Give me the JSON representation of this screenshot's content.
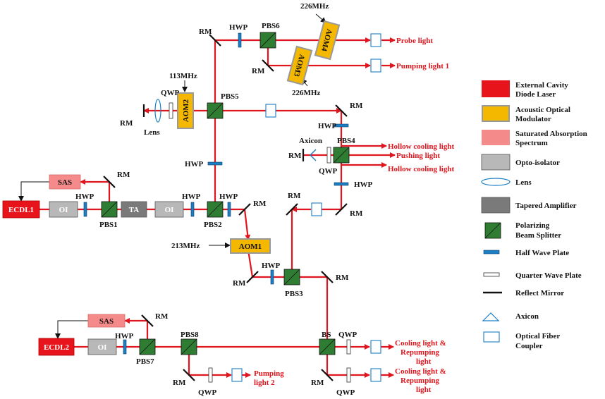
{
  "components": {
    "ecdl1": "ECDL1",
    "ecdl2": "ECDL2",
    "sas": "SAS",
    "oi": "OI",
    "ta": "TA",
    "aom1": "AOM1",
    "aom2": "AOM2",
    "aom3": "AOM3",
    "aom4": "AOM4"
  },
  "labels": {
    "rm": "RM",
    "hwp": "HWP",
    "qwp": "QWP",
    "bs": "BS",
    "lens": "Lens",
    "axicon": "Axicon",
    "pbs1": "PBS1",
    "pbs2": "PBS2",
    "pbs3": "PBS3",
    "pbs4": "PBS4",
    "pbs5": "PBS5",
    "pbs6": "PBS6",
    "pbs7": "PBS7",
    "pbs8": "PBS8",
    "freq_113": "113MHz",
    "freq_213": "213MHz",
    "freq_226a": "226MHz",
    "freq_226b": "226MHz"
  },
  "outputs": {
    "probe": "Probe light",
    "pumping1": "Pumping light 1",
    "hollow1": "Hollow cooling light",
    "pushing": "Pushing light",
    "hollow2": "Hollow cooling light",
    "pumping2_l1": "Pumping",
    "pumping2_l2": "light 2",
    "cool1_l1": "Cooling light &",
    "cool1_l2": "Repumping",
    "cool1_l3": "light",
    "cool2_l1": "Cooling light &",
    "cool2_l2": "Repumping",
    "cool2_l3": "light"
  },
  "legend": [
    {
      "icon": "ecdl-swatch-icon",
      "lines": [
        "External Cavity",
        "Diode Laser"
      ]
    },
    {
      "icon": "aom-swatch-icon",
      "lines": [
        "Acoustic Optical",
        "Modulator"
      ]
    },
    {
      "icon": "sas-swatch-icon",
      "lines": [
        "Saturated Absorption",
        "Spectrum"
      ]
    },
    {
      "icon": "oi-swatch-icon",
      "lines": [
        "Opto-isolator"
      ]
    },
    {
      "icon": "lens-icon",
      "lines": [
        "Lens"
      ]
    },
    {
      "icon": "ta-swatch-icon",
      "lines": [
        "Tapered Amplifier"
      ]
    },
    {
      "icon": "pbs-icon",
      "lines": [
        "Polarizing",
        "Beam Splitter"
      ]
    },
    {
      "icon": "hwp-icon",
      "lines": [
        "Half Wave Plate"
      ]
    },
    {
      "icon": "qwp-icon",
      "lines": [
        "Quarter Wave Plate"
      ]
    },
    {
      "icon": "mirror-icon",
      "lines": [
        "Reflect Mirror"
      ]
    },
    {
      "icon": "axicon-icon",
      "lines": [
        "Axicon"
      ]
    },
    {
      "icon": "fiber-coupler-icon",
      "lines": [
        "Optical Fiber",
        "Coupler"
      ]
    }
  ],
  "colors": {
    "beam": "#e0151d",
    "laser": "#e8141b",
    "aom": "#f5b800",
    "sas": "#f58a8a",
    "oi": "#b8b8b8",
    "ta": "#7a7a7a",
    "pbs": "#2e7d32",
    "waveplate": "#1c7fc4"
  }
}
